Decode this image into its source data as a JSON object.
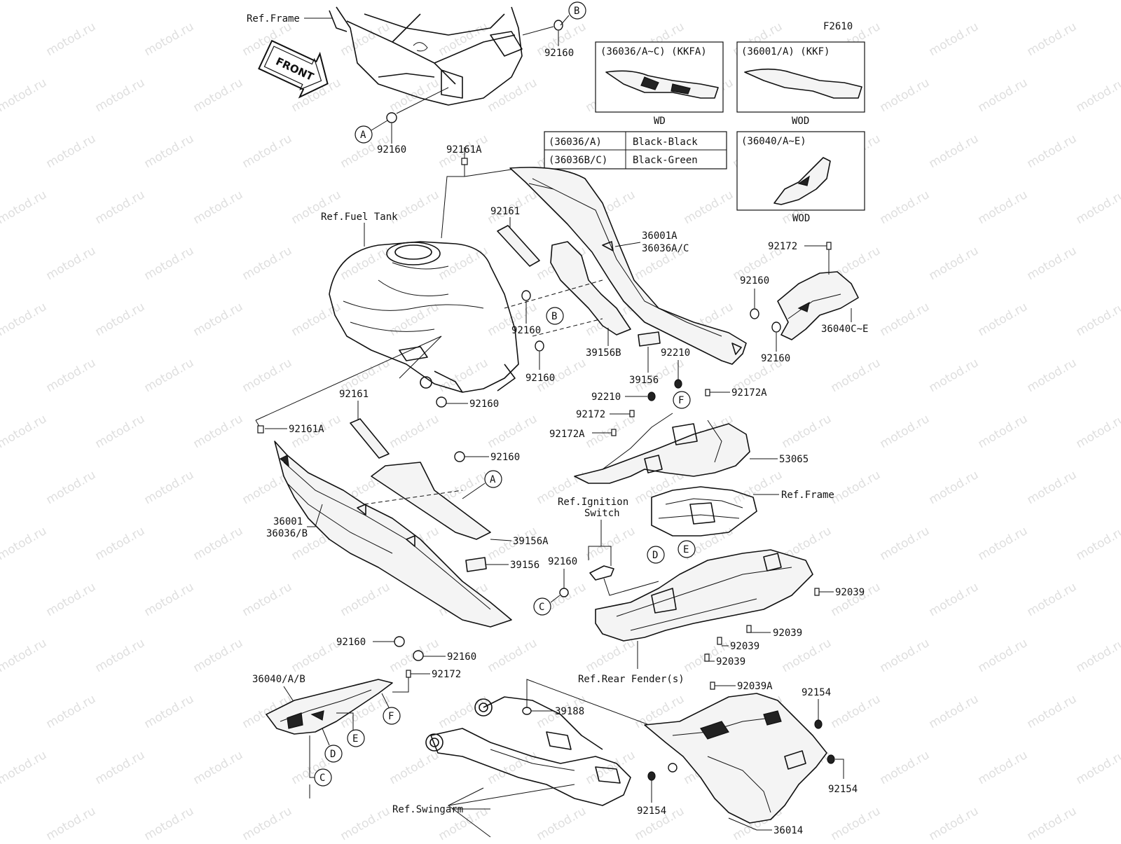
{
  "figure_code": "F2610",
  "watermark": "motod.ru",
  "front_label": "FRONT",
  "callouts": {
    "A": "A",
    "B": "B",
    "C": "C",
    "D": "D",
    "E": "E",
    "F": "F"
  },
  "references": {
    "frame_top": "Ref.Frame",
    "fuel_tank": "Ref.Fuel Tank",
    "ignition_1": "Ref.Ignition",
    "ignition_2": "Switch",
    "frame_mid": "Ref.Frame",
    "rear_fender": "Ref.Rear Fender(s)",
    "swingarm": "Ref.Swingarm"
  },
  "parts": {
    "p92160_top": "92160",
    "p92160_a": "92160",
    "p92161A_top": "92161A",
    "p92161_top": "92161",
    "p36001A": "36001A",
    "p36036AC": "36036A/C",
    "p92172_right": "92172",
    "p92160_tank1": "92160",
    "p92160_tank2": "92160",
    "p39156B": "39156B",
    "p39156_top": "39156",
    "p92160_right1": "92160",
    "p36040CE": "36040C~E",
    "p92160_right2": "92160",
    "p92210_a": "92210",
    "p92160_tank3": "92160",
    "p92210_b": "92210",
    "p92172A_a": "92172A",
    "p92172_mid": "92172",
    "p92172A_b": "92172A",
    "p92161_left": "92161",
    "p92161A_left": "92161A",
    "p92160_left": "92160",
    "p53065": "53065",
    "p36001": "36001",
    "p36036B": "36036/B",
    "p39156A": "39156A",
    "p39156_left": "39156",
    "p92160_ign": "92160",
    "p92039_a": "92039",
    "p92039_b": "92039",
    "p92039_c": "92039",
    "p92039_d": "92039",
    "p92160_low1": "92160",
    "p92160_low2": "92160",
    "p36040AB": "36040/A/B",
    "p92172_low": "92172",
    "p92039A": "92039A",
    "p92154_a": "92154",
    "p39188": "39188",
    "p92154_b": "92154",
    "p92154_c": "92154",
    "p36014": "36014"
  },
  "insets": {
    "kkfa_title": "(36036/A~C) (KKFA)",
    "kkfa_label": "WD",
    "kkf_title": "(36001/A)    (KKF)",
    "kkf_label": "WOD",
    "e_title": "(36040/A~E)",
    "e_label": "WOD"
  },
  "color_table": [
    {
      "code": "(36036/A)",
      "color": "Black-Black"
    },
    {
      "code": "(36036B/C)",
      "color": "Black-Green"
    }
  ]
}
